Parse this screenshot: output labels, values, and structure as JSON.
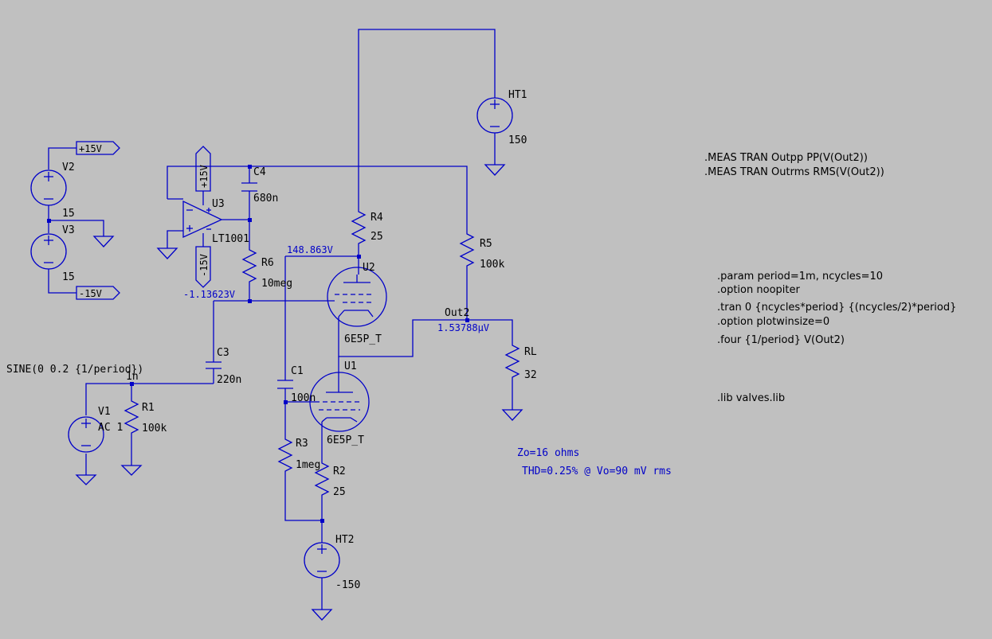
{
  "components": {
    "v2": {
      "name": "V2",
      "value": "15"
    },
    "v3": {
      "name": "V3",
      "value": "15"
    },
    "v1": {
      "name": "V1",
      "value": "AC 1",
      "source": "SINE(0 0.2 {1/period})"
    },
    "ht1": {
      "name": "HT1",
      "value": "150"
    },
    "ht2": {
      "name": "HT2",
      "value": "-150"
    },
    "r1": {
      "name": "R1",
      "value": "100k"
    },
    "r2": {
      "name": "R2",
      "value": "25"
    },
    "r3": {
      "name": "R3",
      "value": "1meg"
    },
    "r4": {
      "name": "R4",
      "value": "25"
    },
    "r5": {
      "name": "R5",
      "value": "100k"
    },
    "r6": {
      "name": "R6",
      "value": "10meg"
    },
    "rl": {
      "name": "RL",
      "value": "32"
    },
    "c1": {
      "name": "C1",
      "value": "100n"
    },
    "c3": {
      "name": "C3",
      "value": "220n"
    },
    "c4": {
      "name": "C4",
      "value": "680n"
    },
    "u1": {
      "name": "U1",
      "value": "6E5P_T"
    },
    "u2": {
      "name": "U2",
      "value": "6E5P_T"
    },
    "u3": {
      "name": "U3",
      "value": "LT1001"
    },
    "c3_extra": "1n"
  },
  "flags": {
    "pos15_a": "+15V",
    "neg15_a": "-15V",
    "pos15_b": "+15V",
    "neg15_b": "-15V"
  },
  "netlabels": {
    "out2": "Out2"
  },
  "opvoltages": {
    "ht_node": "148.863V",
    "inv_node": "-1.13623V",
    "out2": "1.53788µV"
  },
  "directives": {
    "meas1": ".MEAS TRAN Outpp PP(V(Out2))",
    "meas2": ".MEAS TRAN Outrms RMS(V(Out2))",
    "param": ".param period=1m, ncycles=10",
    "option1": ".option noopiter",
    "tran": ".tran 0 {ncycles*period} {(ncycles/2)*period}",
    "option2": ".option plotwinsize=0",
    "four": ".four {1/period} V(Out2)",
    "lib": ".lib valves.lib"
  },
  "notes": {
    "zo": "Zo=16 ohms",
    "thd": "THD=0.25% @ Vo=90 mV rms"
  },
  "colors": {
    "background": "#c0c0c0",
    "wire": "#0000c8",
    "text": "#000000"
  }
}
